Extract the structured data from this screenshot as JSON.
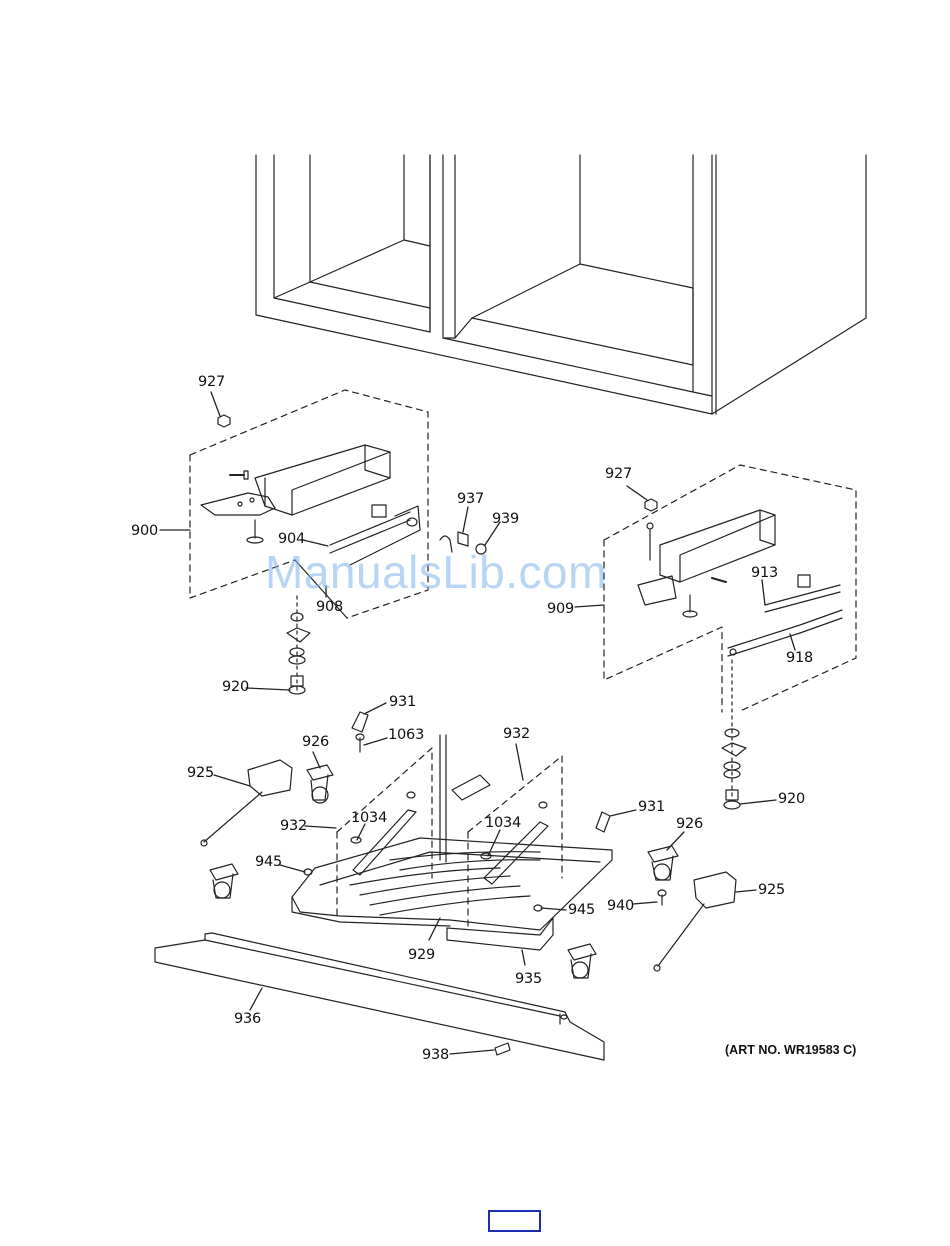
{
  "diagram": {
    "art_number": "(ART NO. WR19583 C)",
    "watermark": "ManualsLib.com",
    "callouts": [
      {
        "id": "c927a",
        "label": "927"
      },
      {
        "id": "c900",
        "label": "900"
      },
      {
        "id": "c904",
        "label": "904"
      },
      {
        "id": "c908",
        "label": "908"
      },
      {
        "id": "c937",
        "label": "937"
      },
      {
        "id": "c939",
        "label": "939"
      },
      {
        "id": "c927b",
        "label": "927"
      },
      {
        "id": "c909",
        "label": "909"
      },
      {
        "id": "c913",
        "label": "913"
      },
      {
        "id": "c918",
        "label": "918"
      },
      {
        "id": "c920a",
        "label": "920"
      },
      {
        "id": "c931a",
        "label": "931"
      },
      {
        "id": "c1063",
        "label": "1063"
      },
      {
        "id": "c932a",
        "label": "932"
      },
      {
        "id": "c926a",
        "label": "926"
      },
      {
        "id": "c925a",
        "label": "925"
      },
      {
        "id": "c932b",
        "label": "932"
      },
      {
        "id": "c1034a",
        "label": "1034"
      },
      {
        "id": "c1034b",
        "label": "1034"
      },
      {
        "id": "c920b",
        "label": "920"
      },
      {
        "id": "c931b",
        "label": "931"
      },
      {
        "id": "c926b",
        "label": "926"
      },
      {
        "id": "c945a",
        "label": "945"
      },
      {
        "id": "c945b",
        "label": "945"
      },
      {
        "id": "c940",
        "label": "940"
      },
      {
        "id": "c925b",
        "label": "925"
      },
      {
        "id": "c929",
        "label": "929"
      },
      {
        "id": "c935",
        "label": "935"
      },
      {
        "id": "c936",
        "label": "936"
      },
      {
        "id": "c938",
        "label": "938"
      }
    ]
  },
  "page_indicator": ""
}
